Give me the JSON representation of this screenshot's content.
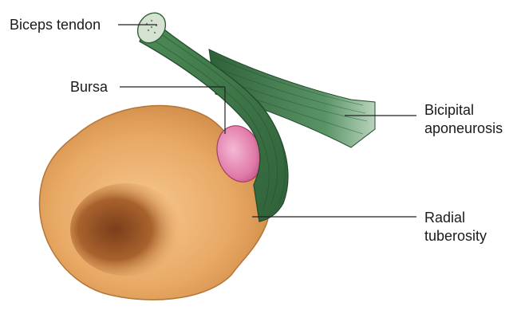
{
  "labels": {
    "biceps_tendon": "Biceps tendon",
    "bursa": "Bursa",
    "bicipital_line1": "Bicipital",
    "bicipital_line2": "aponeurosis",
    "radial_line1": "Radial",
    "radial_line2": "tuberosity"
  },
  "colors": {
    "bone": "#e8a965",
    "bone_shadow": "#9b5a2a",
    "tendon": "#3f7a4a",
    "tendon_dark": "#244d2d",
    "bursa": "#e07aa8",
    "label_text": "#1a1a1a"
  }
}
